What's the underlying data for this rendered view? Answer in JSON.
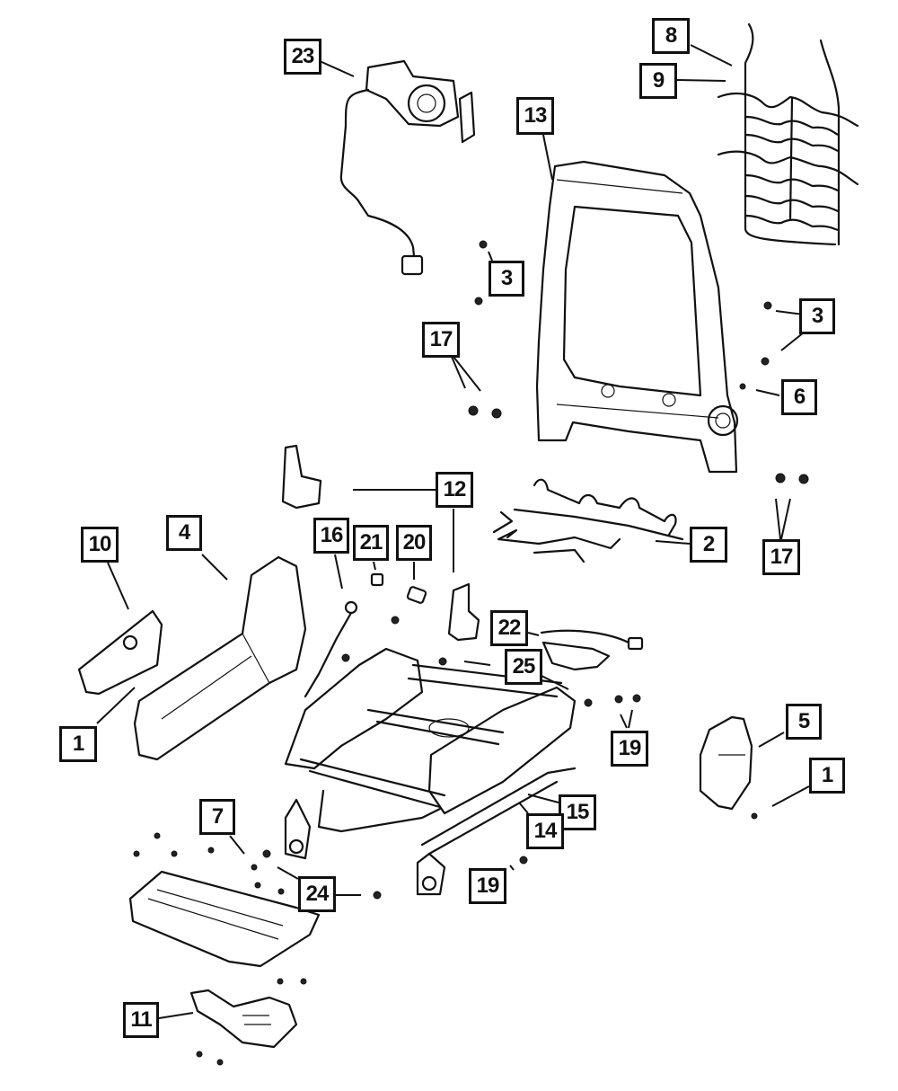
{
  "diagram": {
    "title": "Seat frame and components exploded parts diagram",
    "callouts": [
      {
        "id": "c23",
        "label": "23",
        "part": "seat-back-motor-harness"
      },
      {
        "id": "c8",
        "label": "8",
        "part": "seat-back-suspension"
      },
      {
        "id": "c9",
        "label": "9",
        "part": "seat-back-wire"
      },
      {
        "id": "c13",
        "label": "13",
        "part": "seat-back-frame"
      },
      {
        "id": "c3a",
        "label": "3",
        "part": "fastener"
      },
      {
        "id": "c3b",
        "label": "3",
        "part": "fastener"
      },
      {
        "id": "c17a",
        "label": "17",
        "part": "nut"
      },
      {
        "id": "c6",
        "label": "6",
        "part": "clip"
      },
      {
        "id": "c12",
        "label": "12",
        "part": "bracket"
      },
      {
        "id": "c2",
        "label": "2",
        "part": "cushion-spring"
      },
      {
        "id": "c17b",
        "label": "17",
        "part": "nut"
      },
      {
        "id": "c10",
        "label": "10",
        "part": "inner-shield"
      },
      {
        "id": "c4",
        "label": "4",
        "part": "outer-shield"
      },
      {
        "id": "c16",
        "label": "16",
        "part": "switch-harness"
      },
      {
        "id": "c21",
        "label": "21",
        "part": "knob"
      },
      {
        "id": "c20",
        "label": "20",
        "part": "switch"
      },
      {
        "id": "c22",
        "label": "22",
        "part": "lumbar-module"
      },
      {
        "id": "c25",
        "label": "25",
        "part": "screw"
      },
      {
        "id": "c1a",
        "label": "1",
        "part": "screw"
      },
      {
        "id": "c19a",
        "label": "19",
        "part": "nut"
      },
      {
        "id": "c5",
        "label": "5",
        "part": "recliner-cover"
      },
      {
        "id": "c1b",
        "label": "1",
        "part": "screw"
      },
      {
        "id": "c15",
        "label": "15",
        "part": "adjuster"
      },
      {
        "id": "c14",
        "label": "14",
        "part": "track"
      },
      {
        "id": "c7",
        "label": "7",
        "part": "bolt"
      },
      {
        "id": "c24",
        "label": "24",
        "part": "bolt"
      },
      {
        "id": "c19b",
        "label": "19",
        "part": "nut"
      },
      {
        "id": "c11",
        "label": "11",
        "part": "riser-bracket"
      }
    ]
  }
}
